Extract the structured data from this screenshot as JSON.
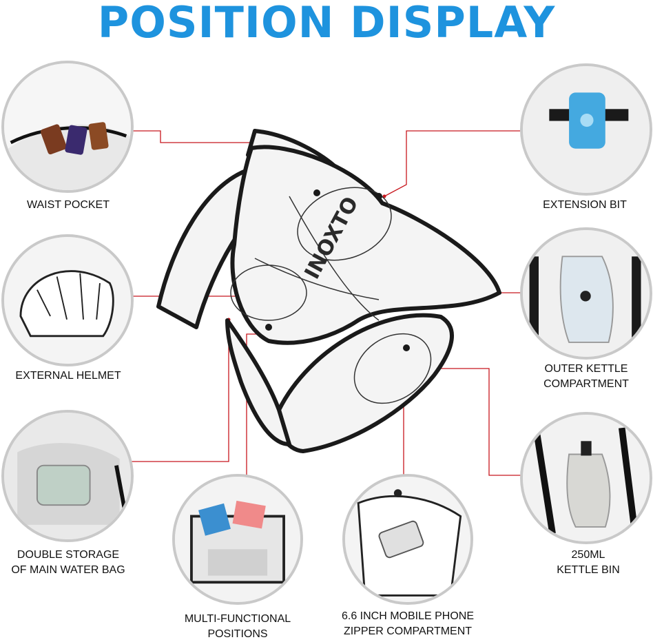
{
  "title": "POSITION DISPLAY",
  "brand_on_product": "INOXTO",
  "accent_color": "#1e93de",
  "leader_color": "#c8161d",
  "features": {
    "waist_pocket": [
      "WAIST POCKET"
    ],
    "extension_bit": [
      "EXTENSION BIT"
    ],
    "external_helmet": [
      "EXTERNAL HELMET"
    ],
    "outer_kettle": [
      "OUTER KETTLE",
      "COMPARTMENT"
    ],
    "double_storage": [
      "DOUBLE STORAGE",
      "OF MAIN WATER BAG"
    ],
    "kettle_bin": [
      "250ML",
      "KETTLE BIN"
    ],
    "multi_functional": [
      "MULTI-FUNCTIONAL",
      "POSITIONS"
    ],
    "phone_compartment": [
      "6.6 INCH MOBILE PHONE",
      "ZIPPER COMPARTMENT"
    ]
  }
}
